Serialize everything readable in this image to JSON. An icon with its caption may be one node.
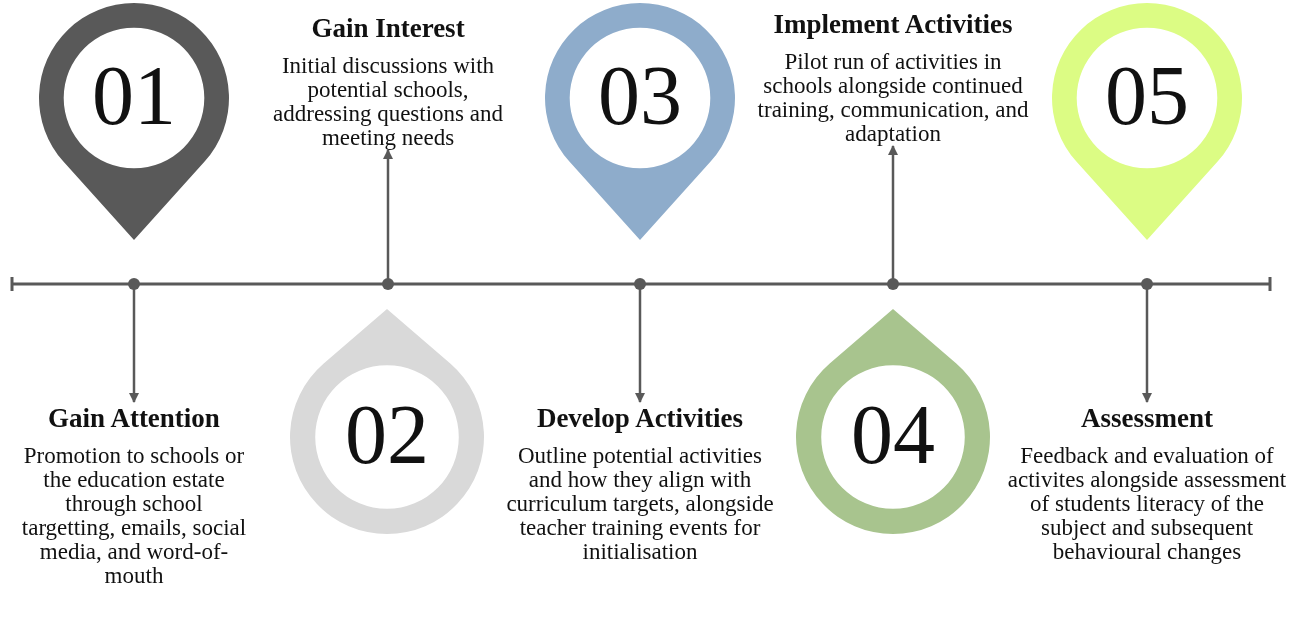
{
  "diagram": {
    "nodes": [
      {
        "text": [
          "01"
        ]
      },
      {
        "text": [
          "Gain Attention",
          "Promotion to schools or the education estate through school targetting, emails, social media, and word-of-mouth"
        ]
      },
      {
        "text": [
          "Gain Interest",
          "Initial discussions with potential schools, addressing questions and meeting needs"
        ]
      },
      {
        "text": [
          "02"
        ]
      },
      {
        "text": [
          "03"
        ]
      },
      {
        "text": [
          "Develop Activities",
          "Outline potential activities and how they align with curriculum targets, alongside teacher training events for initialisation"
        ]
      },
      {
        "text": [
          "Implement Activities",
          "Pilot run of activities in schools alongside continued training, communication, and adaptation"
        ]
      },
      {
        "text": [
          "04"
        ]
      },
      {
        "text": [
          "05"
        ]
      },
      {
        "text": [
          "Assessment",
          "Feedback and evaluation of activites alongside assessment of students literacy of the subject and subsequent behavioural changes"
        ]
      }
    ],
    "edges": [
      {
        "from": null,
        "to": 1,
        "arrow": "to"
      },
      {
        "from": null,
        "to": 2,
        "arrow": "to"
      },
      {
        "from": null,
        "to": 5,
        "arrow": "to"
      },
      {
        "from": null,
        "to": 6,
        "arrow": "to"
      },
      {
        "from": null,
        "to": 9,
        "arrow": "to"
      }
    ]
  }
}
